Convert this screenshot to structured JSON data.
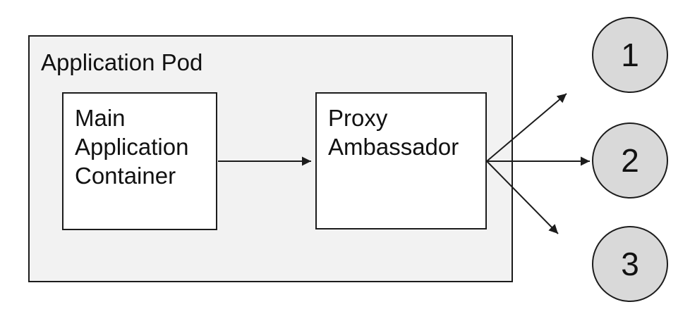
{
  "diagram": {
    "pod": {
      "label": "Application Pod"
    },
    "nodes": [
      {
        "id": "main-application-container",
        "label": "Main\nApplication\nContainer"
      },
      {
        "id": "proxy-ambassador",
        "label": "Proxy\nAmbassador"
      }
    ],
    "connections": [
      {
        "from": "main-application-container",
        "to": "proxy-ambassador"
      },
      {
        "from": "proxy-ambassador",
        "to": "endpoint-1"
      },
      {
        "from": "proxy-ambassador",
        "to": "endpoint-2"
      },
      {
        "from": "proxy-ambassador",
        "to": "endpoint-3"
      }
    ],
    "endpoints": [
      {
        "label": "1"
      },
      {
        "label": "2"
      },
      {
        "label": "3"
      }
    ],
    "colors": {
      "pod_fill": "#f2f2f2",
      "node_fill": "#ffffff",
      "endpoint_fill": "#d9d9d9",
      "stroke": "#1c1c1c",
      "text": "#111111",
      "canvas_bg": "#ffffff"
    }
  }
}
